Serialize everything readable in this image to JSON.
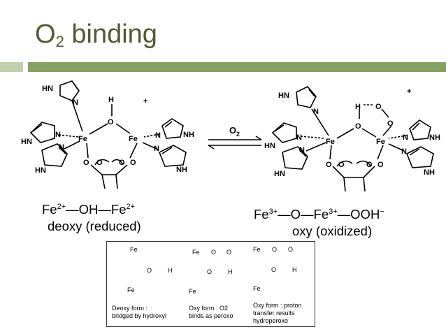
{
  "slide": {
    "title_main": "O",
    "title_sub": "2",
    "title_rest": " binding"
  },
  "left_caption": {
    "line1": [
      "Fe",
      "2+",
      "—OH—Fe",
      "2+"
    ],
    "line2": "deoxy (reduced)"
  },
  "right_caption": {
    "line1": [
      "Fe",
      "3+",
      "—O—Fe",
      "3+",
      "—OOH",
      "−"
    ],
    "line2": "oxy (oxidized)"
  },
  "arrow": {
    "label_main": "O",
    "label_sub": "2"
  },
  "structure_labels": {
    "hn": "HN",
    "nh": "NH",
    "n": "N",
    "fe": "Fe",
    "o": "O",
    "h": "H",
    "plus": "+"
  },
  "inset": {
    "deoxy": {
      "fe_top": "Fe",
      "o": "O",
      "h": "H",
      "fe_bottom": "Fe",
      "dash": "—",
      "caption": [
        "Deoxy form :",
        "bridged by hydroxyl"
      ]
    },
    "oxy_peroxo": {
      "fe_top": "Fe",
      "o1": "O",
      "o2": "O",
      "o_mid": "O",
      "h": "H",
      "fe_bottom": "Fe",
      "caption": [
        "Oxy form : O2",
        "binds as peroxo"
      ]
    },
    "oxy_hydroperoxo": {
      "fe_top": "Fe",
      "o1": "O",
      "o2": "O",
      "o_mid": "O",
      "h": "H",
      "fe_bottom": "Fe",
      "caption": [
        "Oxy form : proton",
        "transfer results",
        "hydroperoxo"
      ]
    }
  }
}
